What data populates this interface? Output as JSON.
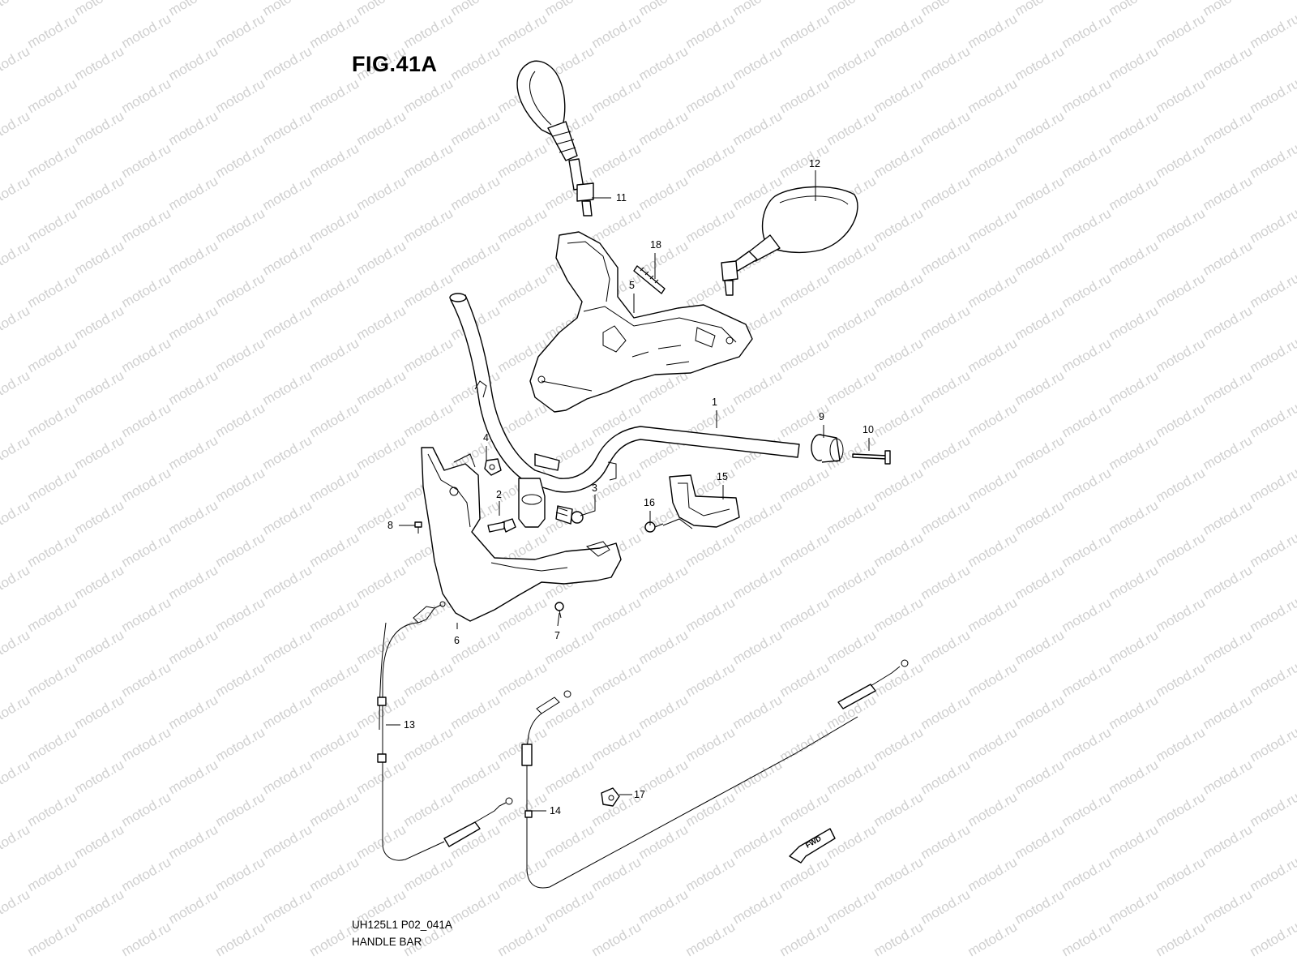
{
  "figure": {
    "title": "FIG.41A",
    "drawing_code": "UH125L1 P02_041A",
    "drawing_name": "HANDLE BAR",
    "watermark_text": "motod.ru",
    "watermark_color": "#d0d0d0",
    "direction_marker": "FWD"
  },
  "callouts": [
    "1",
    "2",
    "3",
    "4",
    "5",
    "6",
    "7",
    "8",
    "9",
    "10",
    "11",
    "12",
    "13",
    "14",
    "15",
    "16",
    "17",
    "18"
  ]
}
